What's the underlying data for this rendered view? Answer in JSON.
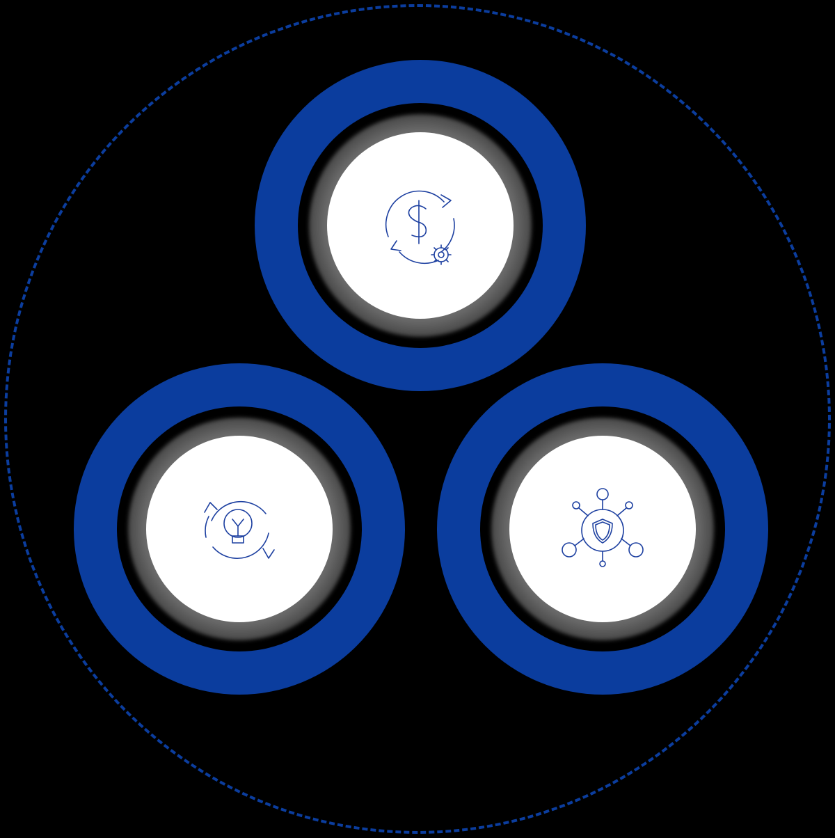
{
  "colors": {
    "background": "#000000",
    "accent_blue": "#0b3d9e",
    "icon_stroke": "#1c3fa0",
    "disc_fill": "#ffffff"
  },
  "nodes": [
    {
      "id": "top",
      "icon": "dollar-cycle-gear-icon"
    },
    {
      "id": "left",
      "icon": "lightbulb-cycle-icon"
    },
    {
      "id": "right",
      "icon": "shield-network-icon"
    }
  ]
}
